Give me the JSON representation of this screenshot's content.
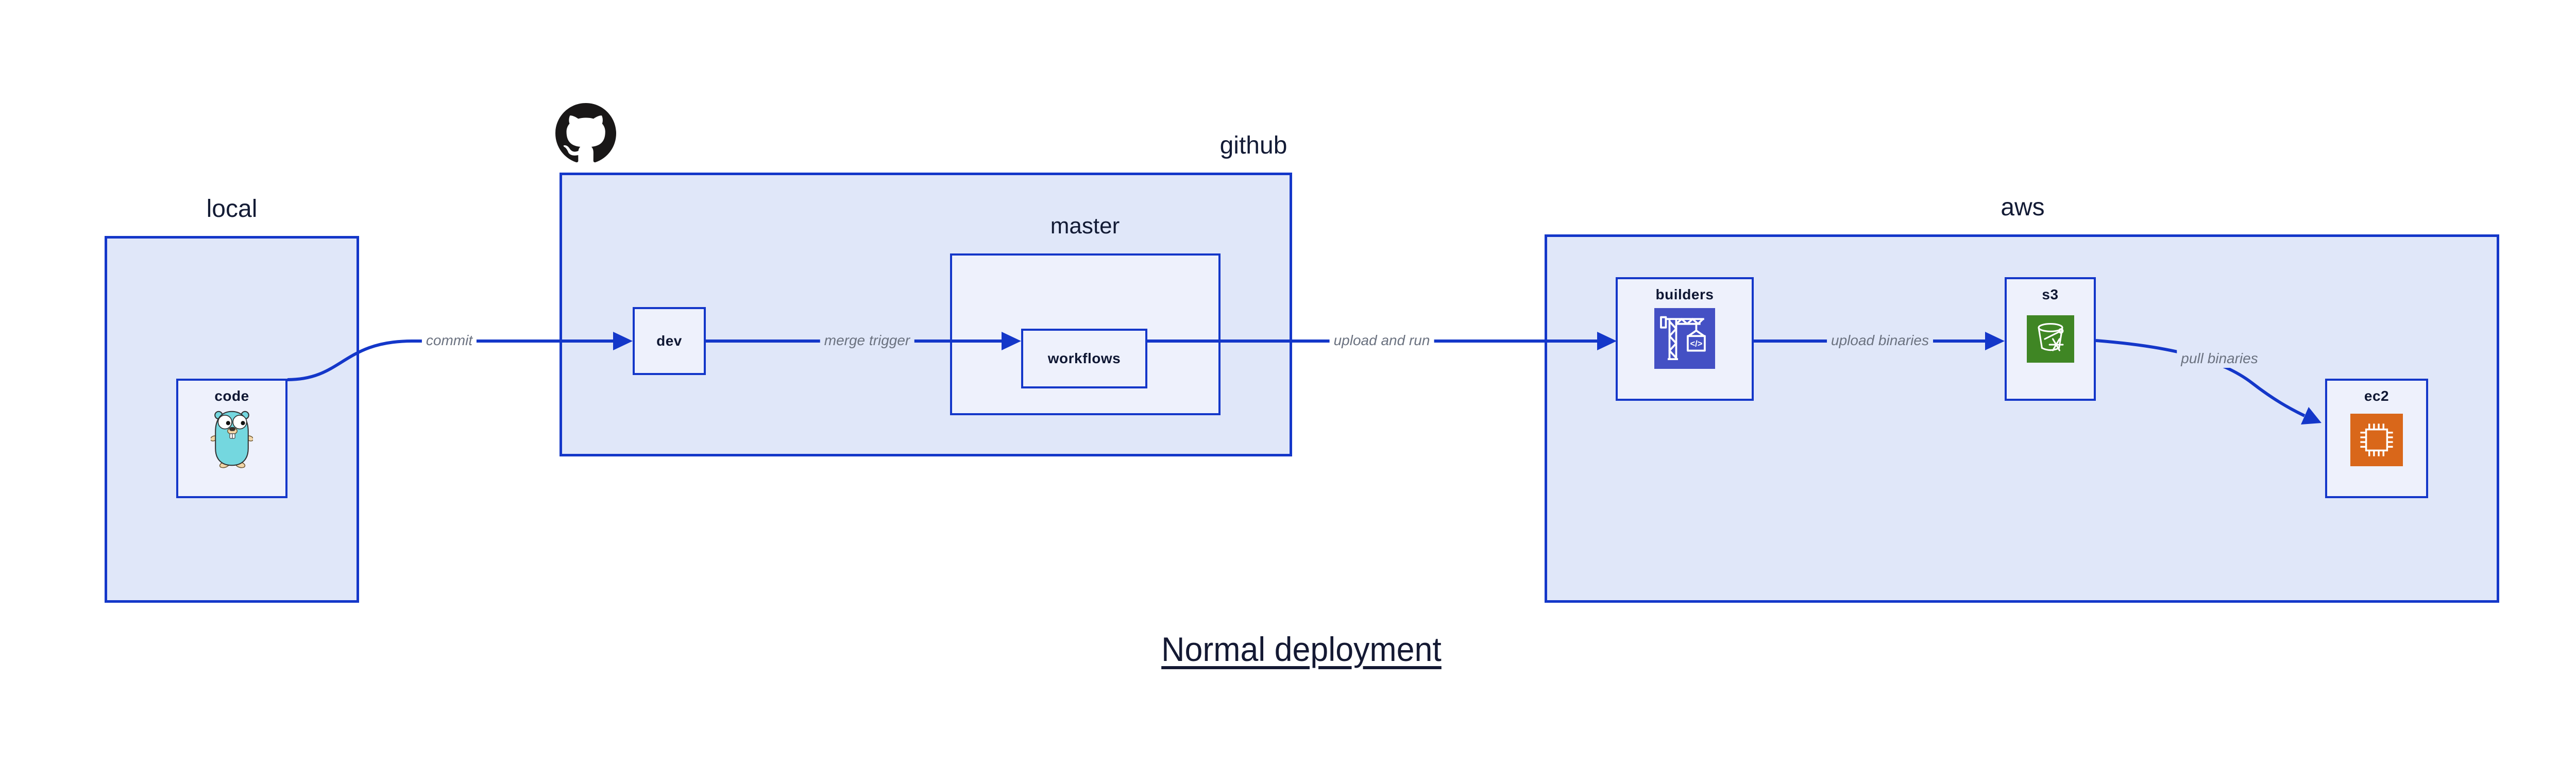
{
  "title": "Normal deployment",
  "groups": {
    "local": {
      "label": "local"
    },
    "github": {
      "label": "github"
    },
    "master": {
      "label": "master"
    },
    "aws": {
      "label": "aws"
    }
  },
  "nodes": {
    "code": {
      "label": "code",
      "icon": "go-gopher-icon"
    },
    "dev": {
      "label": "dev"
    },
    "workflows": {
      "label": "workflows"
    },
    "builders": {
      "label": "builders",
      "icon": "codebuild-crane-icon",
      "icon_glyph": "</>",
      "icon_bg": "#4450c4"
    },
    "s3": {
      "label": "s3",
      "icon": "s3-bucket-snowflake-icon",
      "icon_bg": "#3f8624"
    },
    "ec2": {
      "label": "ec2",
      "icon": "ec2-chip-icon",
      "icon_bg": "#d9671a"
    }
  },
  "arrows": {
    "commit": {
      "label": "commit"
    },
    "merge_trigger": {
      "label": "merge trigger"
    },
    "upload_and_run": {
      "label": "upload and run"
    },
    "upload_binaries": {
      "label": "upload binaries"
    },
    "pull_binaries": {
      "label": "pull binaries"
    }
  },
  "icons": {
    "github_logo": "octocat-icon",
    "code_mascot": "go-gopher-icon"
  },
  "colors": {
    "line_blue": "#1437c9",
    "group_fill": "#e0e7f9",
    "node_fill": "#eef1fc",
    "text_navy": "#131b35",
    "arrow_label_gray": "#6b7280",
    "builders_icon_bg": "#4450c4",
    "s3_icon_bg": "#3f8624",
    "ec2_icon_bg": "#d9671a",
    "gopher_teal": "#74d7df",
    "octocat_black": "#191717"
  }
}
